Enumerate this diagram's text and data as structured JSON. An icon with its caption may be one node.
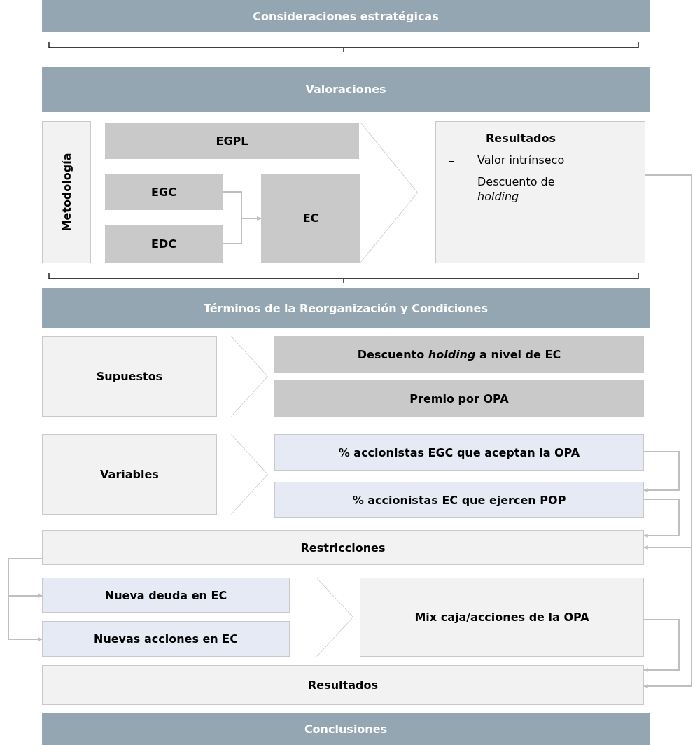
{
  "diagram": {
    "nodes": [
      {
        "text": [
          "Consideraciones estratégicas"
        ]
      },
      {
        "text": [
          "Valoraciones"
        ]
      },
      {
        "text": [
          "Metodología"
        ]
      },
      {
        "text": [
          "EGPL"
        ]
      },
      {
        "text": [
          "EGC"
        ]
      },
      {
        "text": [
          "EDC"
        ]
      },
      {
        "text": [
          "EC"
        ]
      },
      {
        "text": [
          "Resultados",
          "Valor intrínseco",
          "Descuento de *holding*"
        ]
      },
      {
        "text": [
          "Términos de la Reorganización y Condiciones"
        ]
      },
      {
        "text": [
          "Supuestos"
        ]
      },
      {
        "text": [
          "Descuento *holding* a nivel de EC"
        ]
      },
      {
        "text": [
          "Premio por OPA"
        ]
      },
      {
        "text": [
          "Variables"
        ]
      },
      {
        "text": [
          "% accionistas EGC que aceptan la OPA"
        ]
      },
      {
        "text": [
          "% accionistas EC que ejercen POP"
        ]
      },
      {
        "text": [
          "Restricciones"
        ]
      },
      {
        "text": [
          "Nueva deuda en EC"
        ]
      },
      {
        "text": [
          "Nuevas acciones en EC"
        ]
      },
      {
        "text": [
          "Mix caja/acciones de la OPA"
        ]
      },
      {
        "text": [
          "Resultados"
        ]
      },
      {
        "text": [
          "Conclusiones"
        ]
      },
      {
        "text": [],
        "shape": "chevron"
      },
      {
        "text": [],
        "shape": "chevron"
      },
      {
        "text": [],
        "shape": "chevron"
      },
      {
        "text": [],
        "shape": "chevron"
      }
    ],
    "edges": [
      {
        "from": 4,
        "to": 6,
        "arrow": "to"
      },
      {
        "from": 5,
        "to": 6,
        "arrow": "to"
      },
      {
        "from": 7,
        "to": 15,
        "arrow": "to"
      },
      {
        "from": 7,
        "to": 19,
        "arrow": "to"
      },
      {
        "from": 13,
        "to": 14,
        "arrow": "to"
      },
      {
        "from": 14,
        "to": 15,
        "arrow": "to"
      },
      {
        "from": 15,
        "to": 16,
        "arrow": "to"
      },
      {
        "from": 15,
        "to": 17,
        "arrow": "to"
      },
      {
        "from": 18,
        "to": 19,
        "arrow": "to"
      }
    ]
  }
}
